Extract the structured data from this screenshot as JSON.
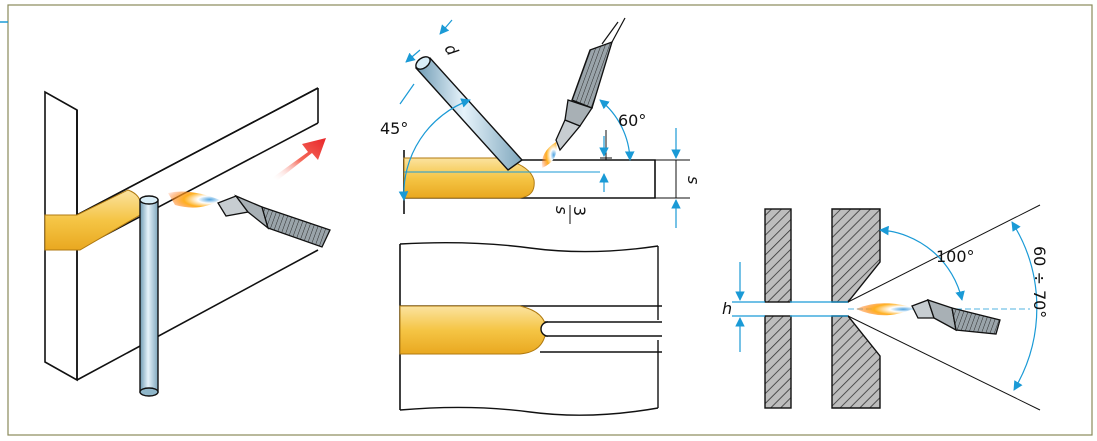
{
  "colors": {
    "frame": "#8a8a5a",
    "accent": "#1a9ad6",
    "weld_fill": "#f4c23a",
    "rod": "#a9cde0",
    "flame": "#ff7a10",
    "arrow": "#e8262a",
    "hatch": "#555555"
  },
  "labels": {
    "rod_diameter": "d",
    "rod_angle": "45°",
    "torch_angle": "60°",
    "thickness": "s",
    "bead_height": "s",
    "bead_height_divisor": "3",
    "gap": "h",
    "cone_angle": "100°",
    "tilt_range": "60 ÷ 70°"
  }
}
